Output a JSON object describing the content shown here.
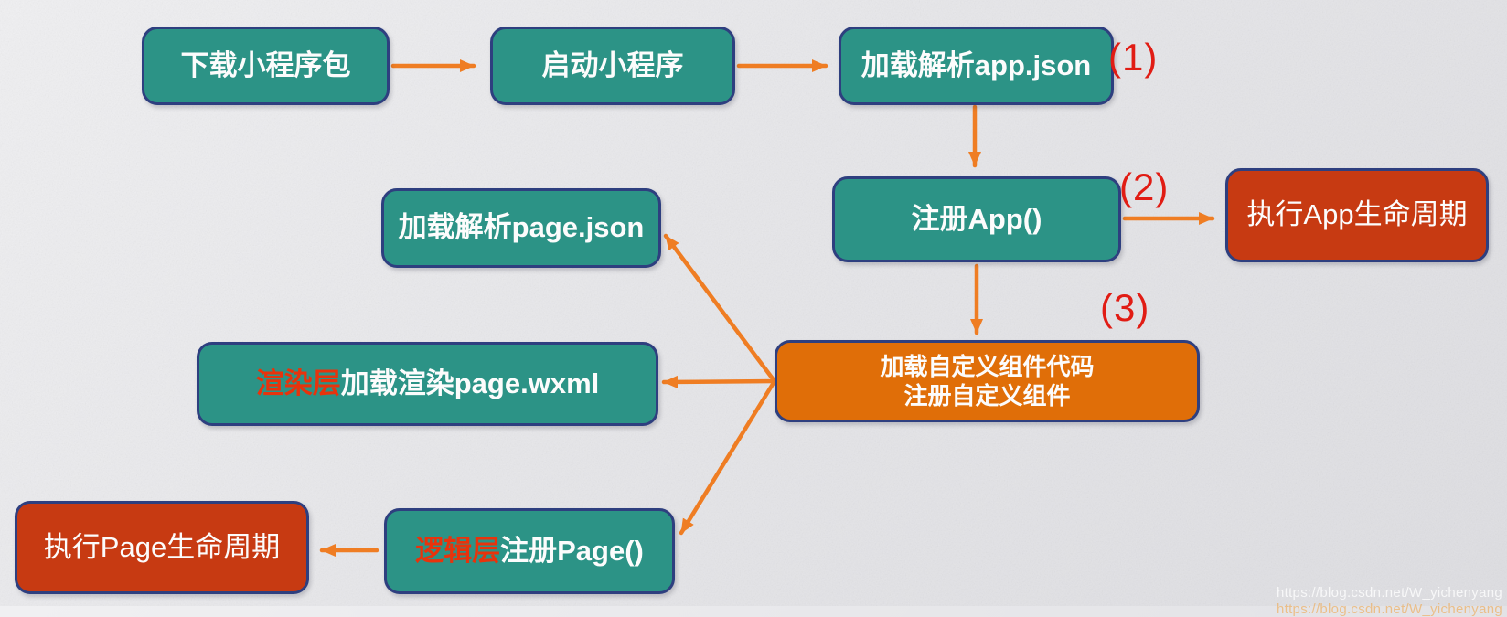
{
  "colors": {
    "background": "#E6E6E9",
    "teal_fill": "#2C9386",
    "orange_fill": "#E06E08",
    "red_fill": "#C73A12",
    "border_blue": "#2E3F7F",
    "arrow_orange": "#EF7D23",
    "step_label_red": "#E11C14",
    "inline_red_text": "#E8330C",
    "box_text_white": "#FCFCFC"
  },
  "flowchart": {
    "nodes": [
      {
        "id": "download-package",
        "label": "下载小程序包",
        "style": "teal"
      },
      {
        "id": "launch-miniprogram",
        "label": "启动小程序",
        "style": "teal"
      },
      {
        "id": "load-app-json",
        "label": "加载解析app.json",
        "style": "teal"
      },
      {
        "id": "register-app",
        "label": "注册App()",
        "style": "teal"
      },
      {
        "id": "run-app-lifecycle",
        "label": "执行App生命周期",
        "style": "red"
      },
      {
        "id": "load-page-json",
        "label": "加载解析page.json",
        "style": "teal"
      },
      {
        "id": "render-page-wxml",
        "label_red": "渲染层",
        "label": "加载渲染page.wxml",
        "style": "teal"
      },
      {
        "id": "load-custom-component",
        "line1": "加载自定义组件代码",
        "line2": "注册自定义组件",
        "style": "orange"
      },
      {
        "id": "register-page",
        "label_red": "逻辑层",
        "label": "注册Page()",
        "style": "teal"
      },
      {
        "id": "run-page-lifecycle",
        "label": "执行Page生命周期",
        "style": "red"
      }
    ],
    "step_labels": [
      "(1)",
      "(2)",
      "(3)"
    ],
    "edges": [
      {
        "from": "download-package",
        "to": "launch-miniprogram"
      },
      {
        "from": "launch-miniprogram",
        "to": "load-app-json"
      },
      {
        "from": "load-app-json",
        "to": "register-app"
      },
      {
        "from": "register-app",
        "to": "run-app-lifecycle"
      },
      {
        "from": "register-app",
        "to": "load-custom-component"
      },
      {
        "from": "load-custom-component",
        "to": "load-page-json"
      },
      {
        "from": "load-custom-component",
        "to": "render-page-wxml"
      },
      {
        "from": "load-custom-component",
        "to": "register-page"
      },
      {
        "from": "register-page",
        "to": "run-page-lifecycle"
      }
    ]
  },
  "watermark": {
    "url": "https://blog.csdn.net/W_yichenyang"
  }
}
